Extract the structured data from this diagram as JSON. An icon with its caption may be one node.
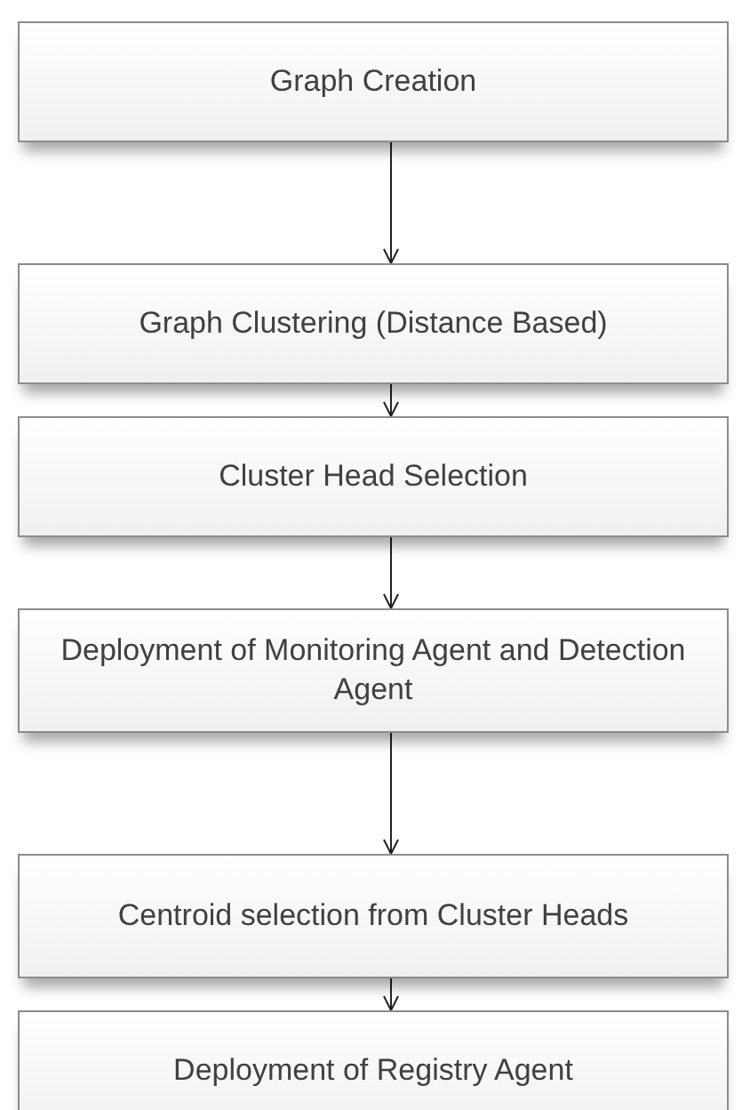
{
  "diagram": {
    "nodes": [
      {
        "text": [
          "Graph Creation"
        ]
      },
      {
        "text": [
          "Graph Clustering (Distance Based)"
        ]
      },
      {
        "text": [
          "Cluster Head Selection"
        ]
      },
      {
        "text": [
          "Deployment of Monitoring Agent and Detection Agent"
        ]
      },
      {
        "text": [
          "Centroid selection from Cluster Heads"
        ]
      },
      {
        "text": [
          "Deployment of Registry Agent"
        ]
      }
    ],
    "edges": [
      {
        "from": 0,
        "to": 1,
        "arrow": "to"
      },
      {
        "from": 1,
        "to": 2,
        "arrow": "to"
      },
      {
        "from": 2,
        "to": 3,
        "arrow": "to"
      },
      {
        "from": 3,
        "to": 4,
        "arrow": "to"
      },
      {
        "from": 4,
        "to": 5,
        "arrow": "to"
      }
    ]
  }
}
